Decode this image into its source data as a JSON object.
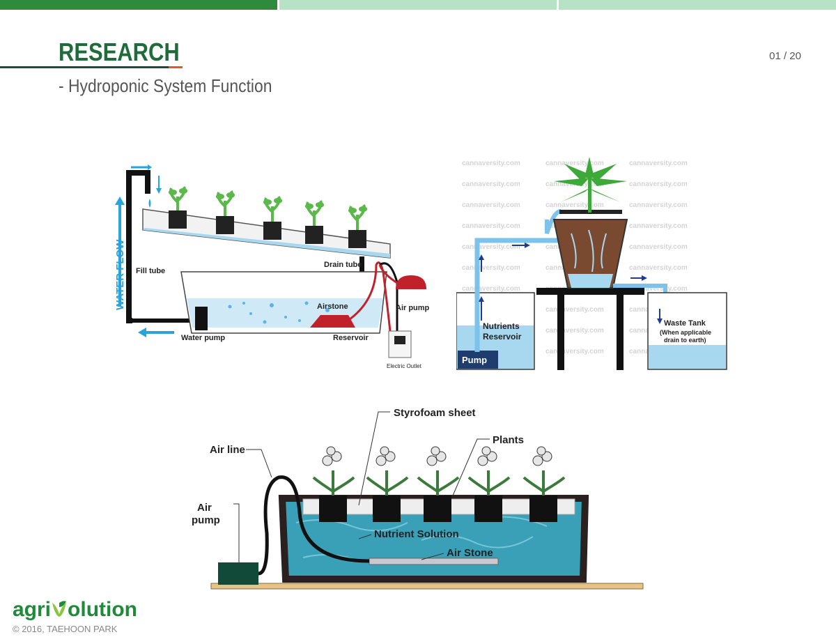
{
  "header": {
    "title": "RESEARCH",
    "subtitle": "- Hydroponic System Function",
    "page_number": "01 / 20"
  },
  "colors": {
    "brand_green": "#1f6b3a",
    "accent_orange": "#e0572a",
    "bar_dark_green": "#2e8b3d",
    "bar_light_green": "#b8e2c6",
    "water_blue": "#29a3dc"
  },
  "diagram1": {
    "water_flow": "WATER FLOW",
    "fill_tube": "Fill tube",
    "drain_tube": "Drain tube",
    "airstone": "Airstone",
    "air_pump": "Air pump",
    "water_pump": "Water pump",
    "reservoir": "Reservoir",
    "electric_outlet": "Electric Outlet"
  },
  "diagram2": {
    "nutrients_reservoir_1": "Nutrients",
    "nutrients_reservoir_2": "Reservoir",
    "pump": "Pump",
    "waste_tank": "Waste Tank",
    "waste_note_1": "(When applicable",
    "waste_note_2": "drain to earth)",
    "watermark": "cannaversity.com"
  },
  "diagram3": {
    "styrofoam_sheet": "Styrofoam sheet",
    "plants": "Plants",
    "air_line": "Air line",
    "air_pump_1": "Air",
    "air_pump_2": "pump",
    "nutrient_solution": "Nutrient Solution",
    "air_stone": "Air Stone"
  },
  "footer": {
    "logo_part1": "agri",
    "logo_part2": "olution",
    "copyright": "© 2016, TAEHOON PARK"
  }
}
